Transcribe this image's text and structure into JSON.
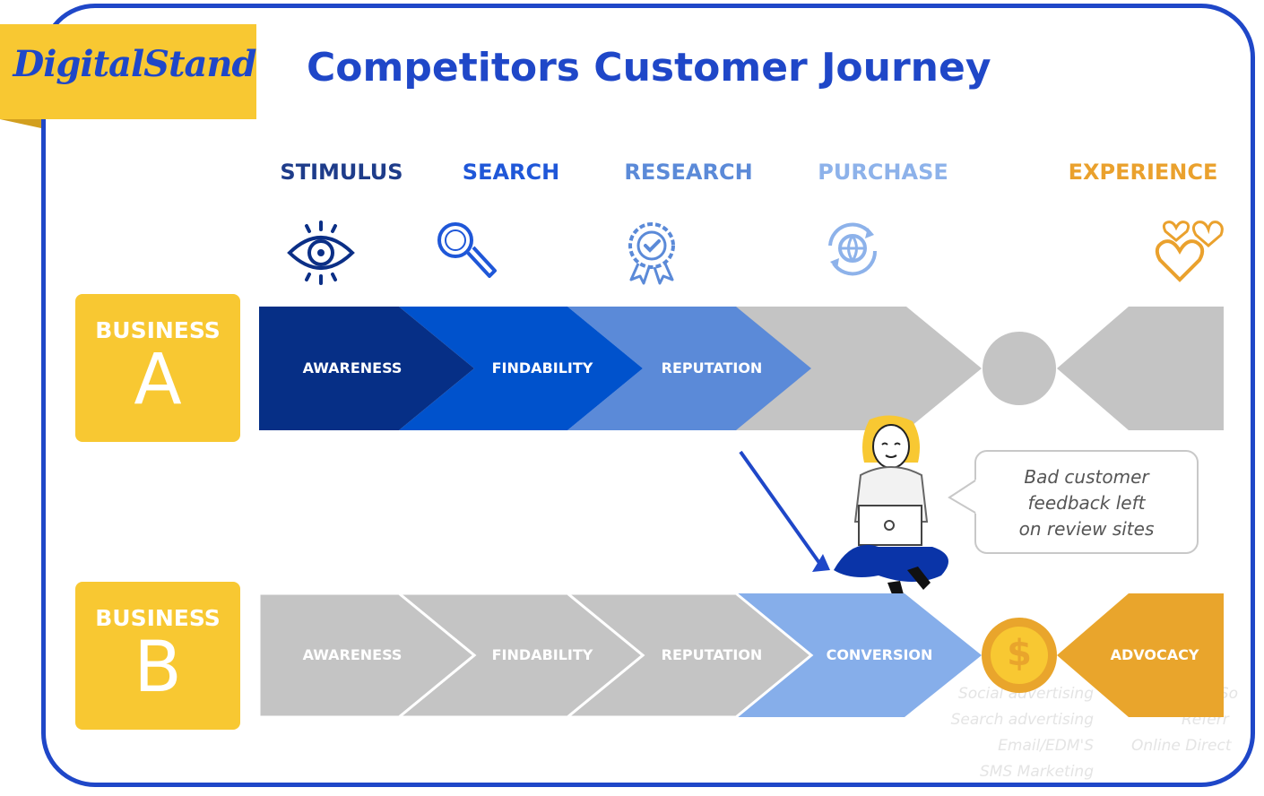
{
  "logo": {
    "text": "DigitalStand"
  },
  "title": "Competitors Customer Journey",
  "stages": [
    {
      "label": "STIMULUS",
      "color": "#1e3c8a",
      "icon": "eye-icon"
    },
    {
      "label": "SEARCH",
      "color": "#1f57d8",
      "icon": "magnifier-icon"
    },
    {
      "label": "RESEARCH",
      "color": "#5b8ad8",
      "icon": "badge-check-icon"
    },
    {
      "label": "PURCHASE",
      "color": "#8db2ea",
      "icon": "globe-cycle-icon"
    },
    {
      "label": "EXPERIENCE",
      "color": "#eaa12d",
      "icon": "hearts-icon"
    }
  ],
  "business_a": {
    "label": "BUSINESS",
    "letter": "A",
    "steps": [
      "AWARENESS",
      "FINDABILITY",
      "REPUTATION"
    ]
  },
  "business_b": {
    "label": "BUSINESS",
    "letter": "B",
    "steps": [
      "AWARENESS",
      "FINDABILITY",
      "REPUTATION",
      "CONVERSION",
      "ADVOCACY"
    ],
    "coin": "$"
  },
  "bubble": {
    "line1": "Bad customer",
    "line2": "feedback left",
    "line3": "on review sites"
  },
  "faded_lists": {
    "left": [
      "Social advertising",
      "Search advertising",
      "Email/EDM'S",
      "SMS Marketing"
    ],
    "right": [
      "Organic So",
      "Referr",
      "Online Direct"
    ]
  },
  "colors": {
    "frame": "#1f47c8",
    "yellow": "#f8c832",
    "gray": "#c4c4c4",
    "navy": "#062f86",
    "blue": "#0052cc",
    "mid": "#5b8ad8",
    "light": "#86aeea",
    "orange": "#e9a52c"
  }
}
